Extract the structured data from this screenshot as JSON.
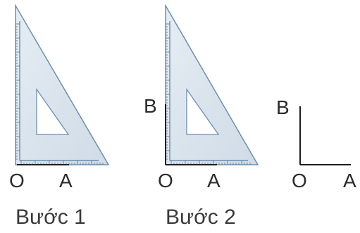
{
  "figures": [
    {
      "id": "step1",
      "points": {
        "O": "O",
        "A": "A"
      },
      "caption": "Bước 1"
    },
    {
      "id": "step2",
      "points": {
        "O": "O",
        "A": "A",
        "B": "B"
      },
      "caption": "Bước 2"
    },
    {
      "id": "result",
      "points": {
        "O": "O",
        "A": "A",
        "B": "B"
      }
    }
  ],
  "colors": {
    "set_square_fill": "#dde6ef",
    "set_square_edge": "#6b8fb3",
    "line": "#1e1e1e",
    "text": "#2b2b2b"
  },
  "icons": [
    "set-square-icon"
  ]
}
